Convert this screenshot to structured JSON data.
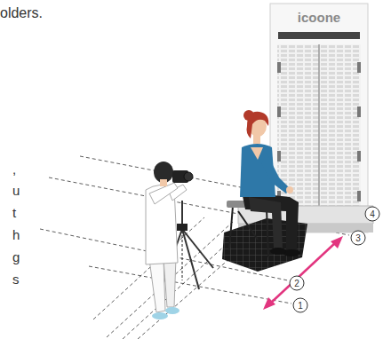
{
  "diagram": {
    "labels": [
      "olders.",
      ",",
      "u",
      "t",
      "h",
      "g",
      "s",
      "icoone",
      "1",
      "2",
      "3",
      "4"
    ]
  }
}
